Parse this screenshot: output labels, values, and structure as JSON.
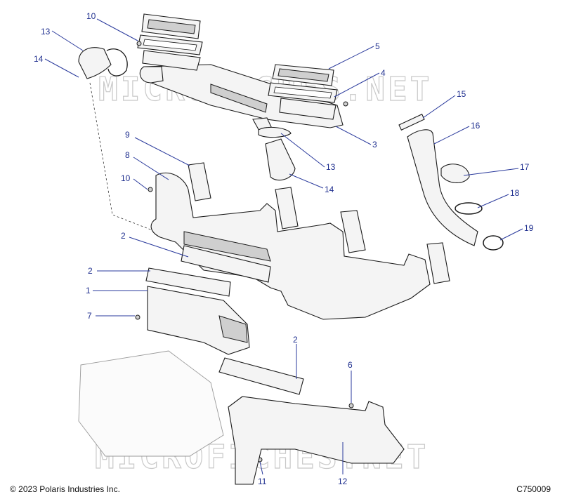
{
  "watermark": "MICROFICHES.NET",
  "copyright": "© 2023 Polaris Industries Inc.",
  "figure_id": "C750009",
  "callouts": [
    {
      "id": "c10a",
      "label": "10"
    },
    {
      "id": "c13a",
      "label": "13"
    },
    {
      "id": "c14a",
      "label": "14"
    },
    {
      "id": "c5",
      "label": "5"
    },
    {
      "id": "c4",
      "label": "4"
    },
    {
      "id": "c3",
      "label": "3"
    },
    {
      "id": "c15",
      "label": "15"
    },
    {
      "id": "c16",
      "label": "16"
    },
    {
      "id": "c9",
      "label": "9"
    },
    {
      "id": "c8",
      "label": "8"
    },
    {
      "id": "c10b",
      "label": "10"
    },
    {
      "id": "c13b",
      "label": "13"
    },
    {
      "id": "c14b",
      "label": "14"
    },
    {
      "id": "c17",
      "label": "17"
    },
    {
      "id": "c18",
      "label": "18"
    },
    {
      "id": "c19",
      "label": "19"
    },
    {
      "id": "c2a",
      "label": "2"
    },
    {
      "id": "c2b",
      "label": "2"
    },
    {
      "id": "c1",
      "label": "1"
    },
    {
      "id": "c7",
      "label": "7"
    },
    {
      "id": "c2c",
      "label": "2"
    },
    {
      "id": "c6",
      "label": "6"
    },
    {
      "id": "c11",
      "label": "11"
    },
    {
      "id": "c12",
      "label": "12"
    }
  ]
}
